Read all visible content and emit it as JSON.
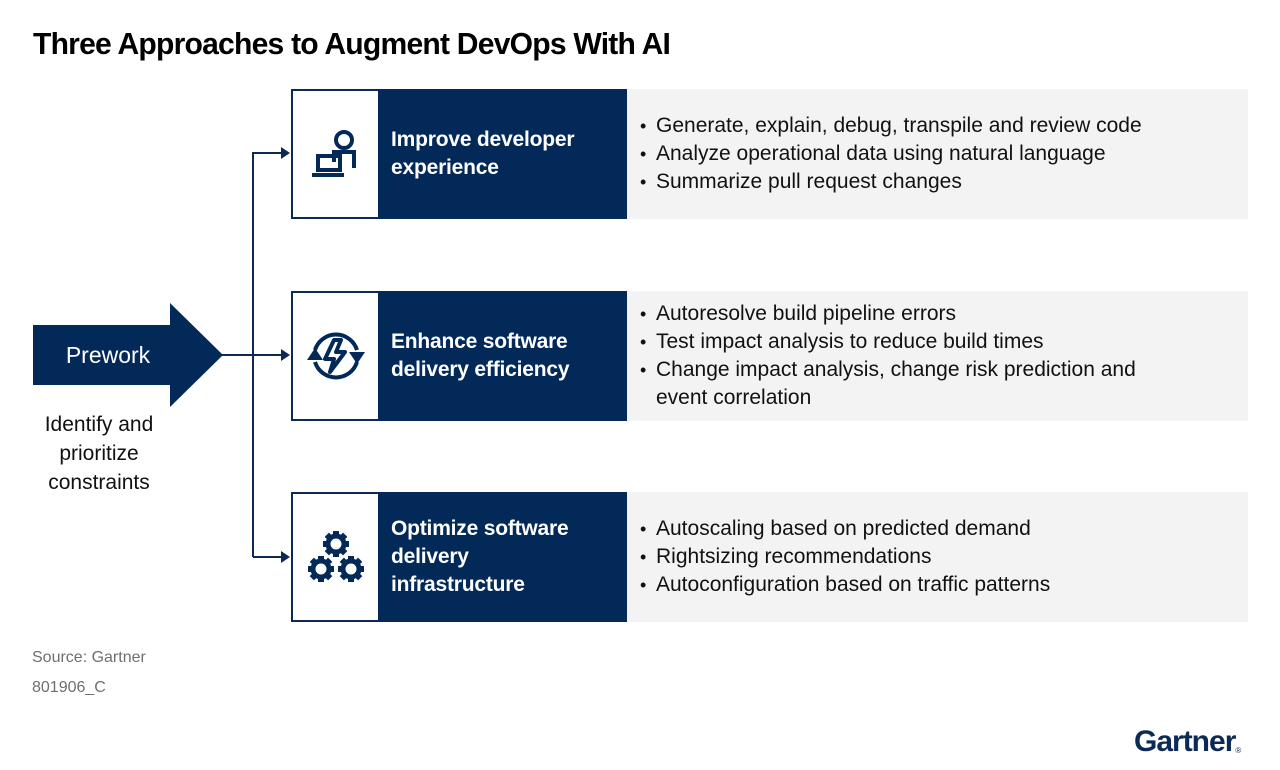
{
  "title": "Three Approaches to Augment DevOps With AI",
  "colors": {
    "navy": "#022957",
    "panel_gray": "#f3f3f3",
    "source_gray": "#6f6f6f"
  },
  "prework": {
    "label": "Prework",
    "description": "Identify and prioritize constraints"
  },
  "approaches": [
    {
      "icon": "developer-laptop-icon",
      "heading": "Improve developer experience",
      "bullets": [
        "Generate, explain, debug, transpile and review code",
        "Analyze operational data using natural language",
        "Summarize pull request changes"
      ]
    },
    {
      "icon": "cycle-lightning-icon",
      "heading": "Enhance software delivery efficiency",
      "bullets": [
        "Autoresolve build pipeline errors",
        "Test impact analysis to reduce build times",
        "Change impact analysis, change risk prediction and event correlation"
      ]
    },
    {
      "icon": "gears-icon",
      "heading": "Optimize software delivery infrastructure",
      "bullets": [
        "Autoscaling based on predicted demand",
        "Rightsizing recommendations",
        "Autoconfiguration based on traffic patterns"
      ]
    }
  ],
  "footer": {
    "source": "Source: Gartner",
    "id": "801906_C",
    "logo": "Gartner",
    "logo_mark": "®"
  }
}
